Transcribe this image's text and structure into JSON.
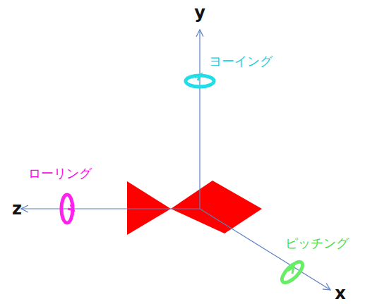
{
  "diagram": {
    "labels": [
      "y",
      "ヨーイング",
      "z",
      "ローリング",
      "ピッチング",
      "x"
    ]
  }
}
